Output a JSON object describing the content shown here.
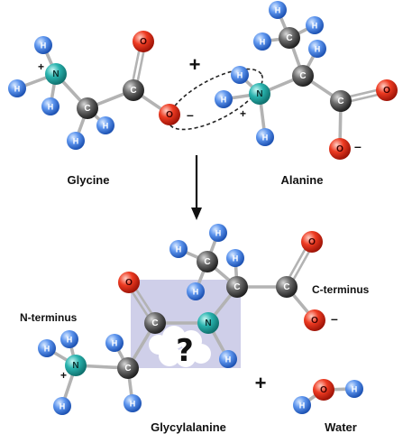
{
  "atom_symbols": {
    "H": "H",
    "C": "C",
    "N": "N",
    "O": "O"
  },
  "signs": {
    "plus": "+",
    "minus": "–"
  },
  "labels": {
    "glycine": "Glycine",
    "alanine": "Alanine",
    "product": "Glycylalanine",
    "water": "Water",
    "n_terminus": "N-terminus",
    "c_terminus": "C-terminus",
    "unknown_mark": "?"
  },
  "colors": {
    "hydrogen": "#3b78d8",
    "carbon": "#555555",
    "nitrogen": "#1faaa8",
    "oxygen": "#e02418",
    "bond": "#b3b3b3",
    "peptide_box": "#cfcfe9",
    "text": "#111111"
  }
}
